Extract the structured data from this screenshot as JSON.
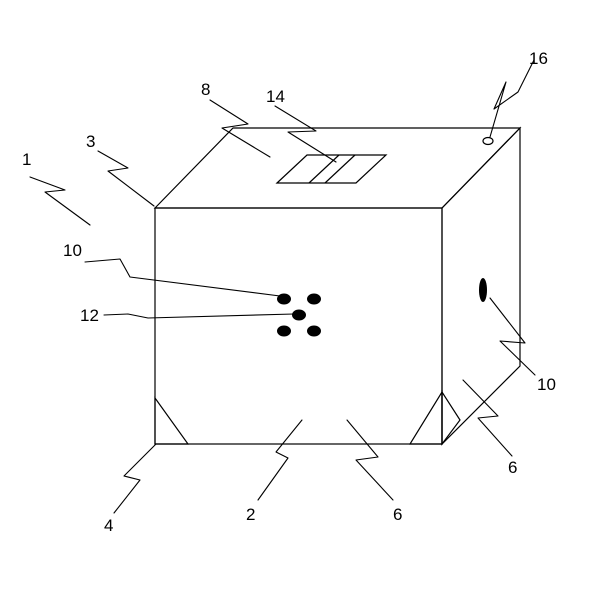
{
  "figure": {
    "line_color": "#000000",
    "background_color": "#ffffff",
    "reference_numerals": [
      {
        "id": "ref-1",
        "text": "1"
      },
      {
        "id": "ref-2",
        "text": "2"
      },
      {
        "id": "ref-3",
        "text": "3"
      },
      {
        "id": "ref-4",
        "text": "4"
      },
      {
        "id": "ref-6-bottom",
        "text": "6"
      },
      {
        "id": "ref-6-right",
        "text": "6"
      },
      {
        "id": "ref-8",
        "text": "8"
      },
      {
        "id": "ref-10-front",
        "text": "10"
      },
      {
        "id": "ref-10-side",
        "text": "10"
      },
      {
        "id": "ref-12",
        "text": "12"
      },
      {
        "id": "ref-14",
        "text": "14"
      },
      {
        "id": "ref-16",
        "text": "16"
      }
    ]
  }
}
